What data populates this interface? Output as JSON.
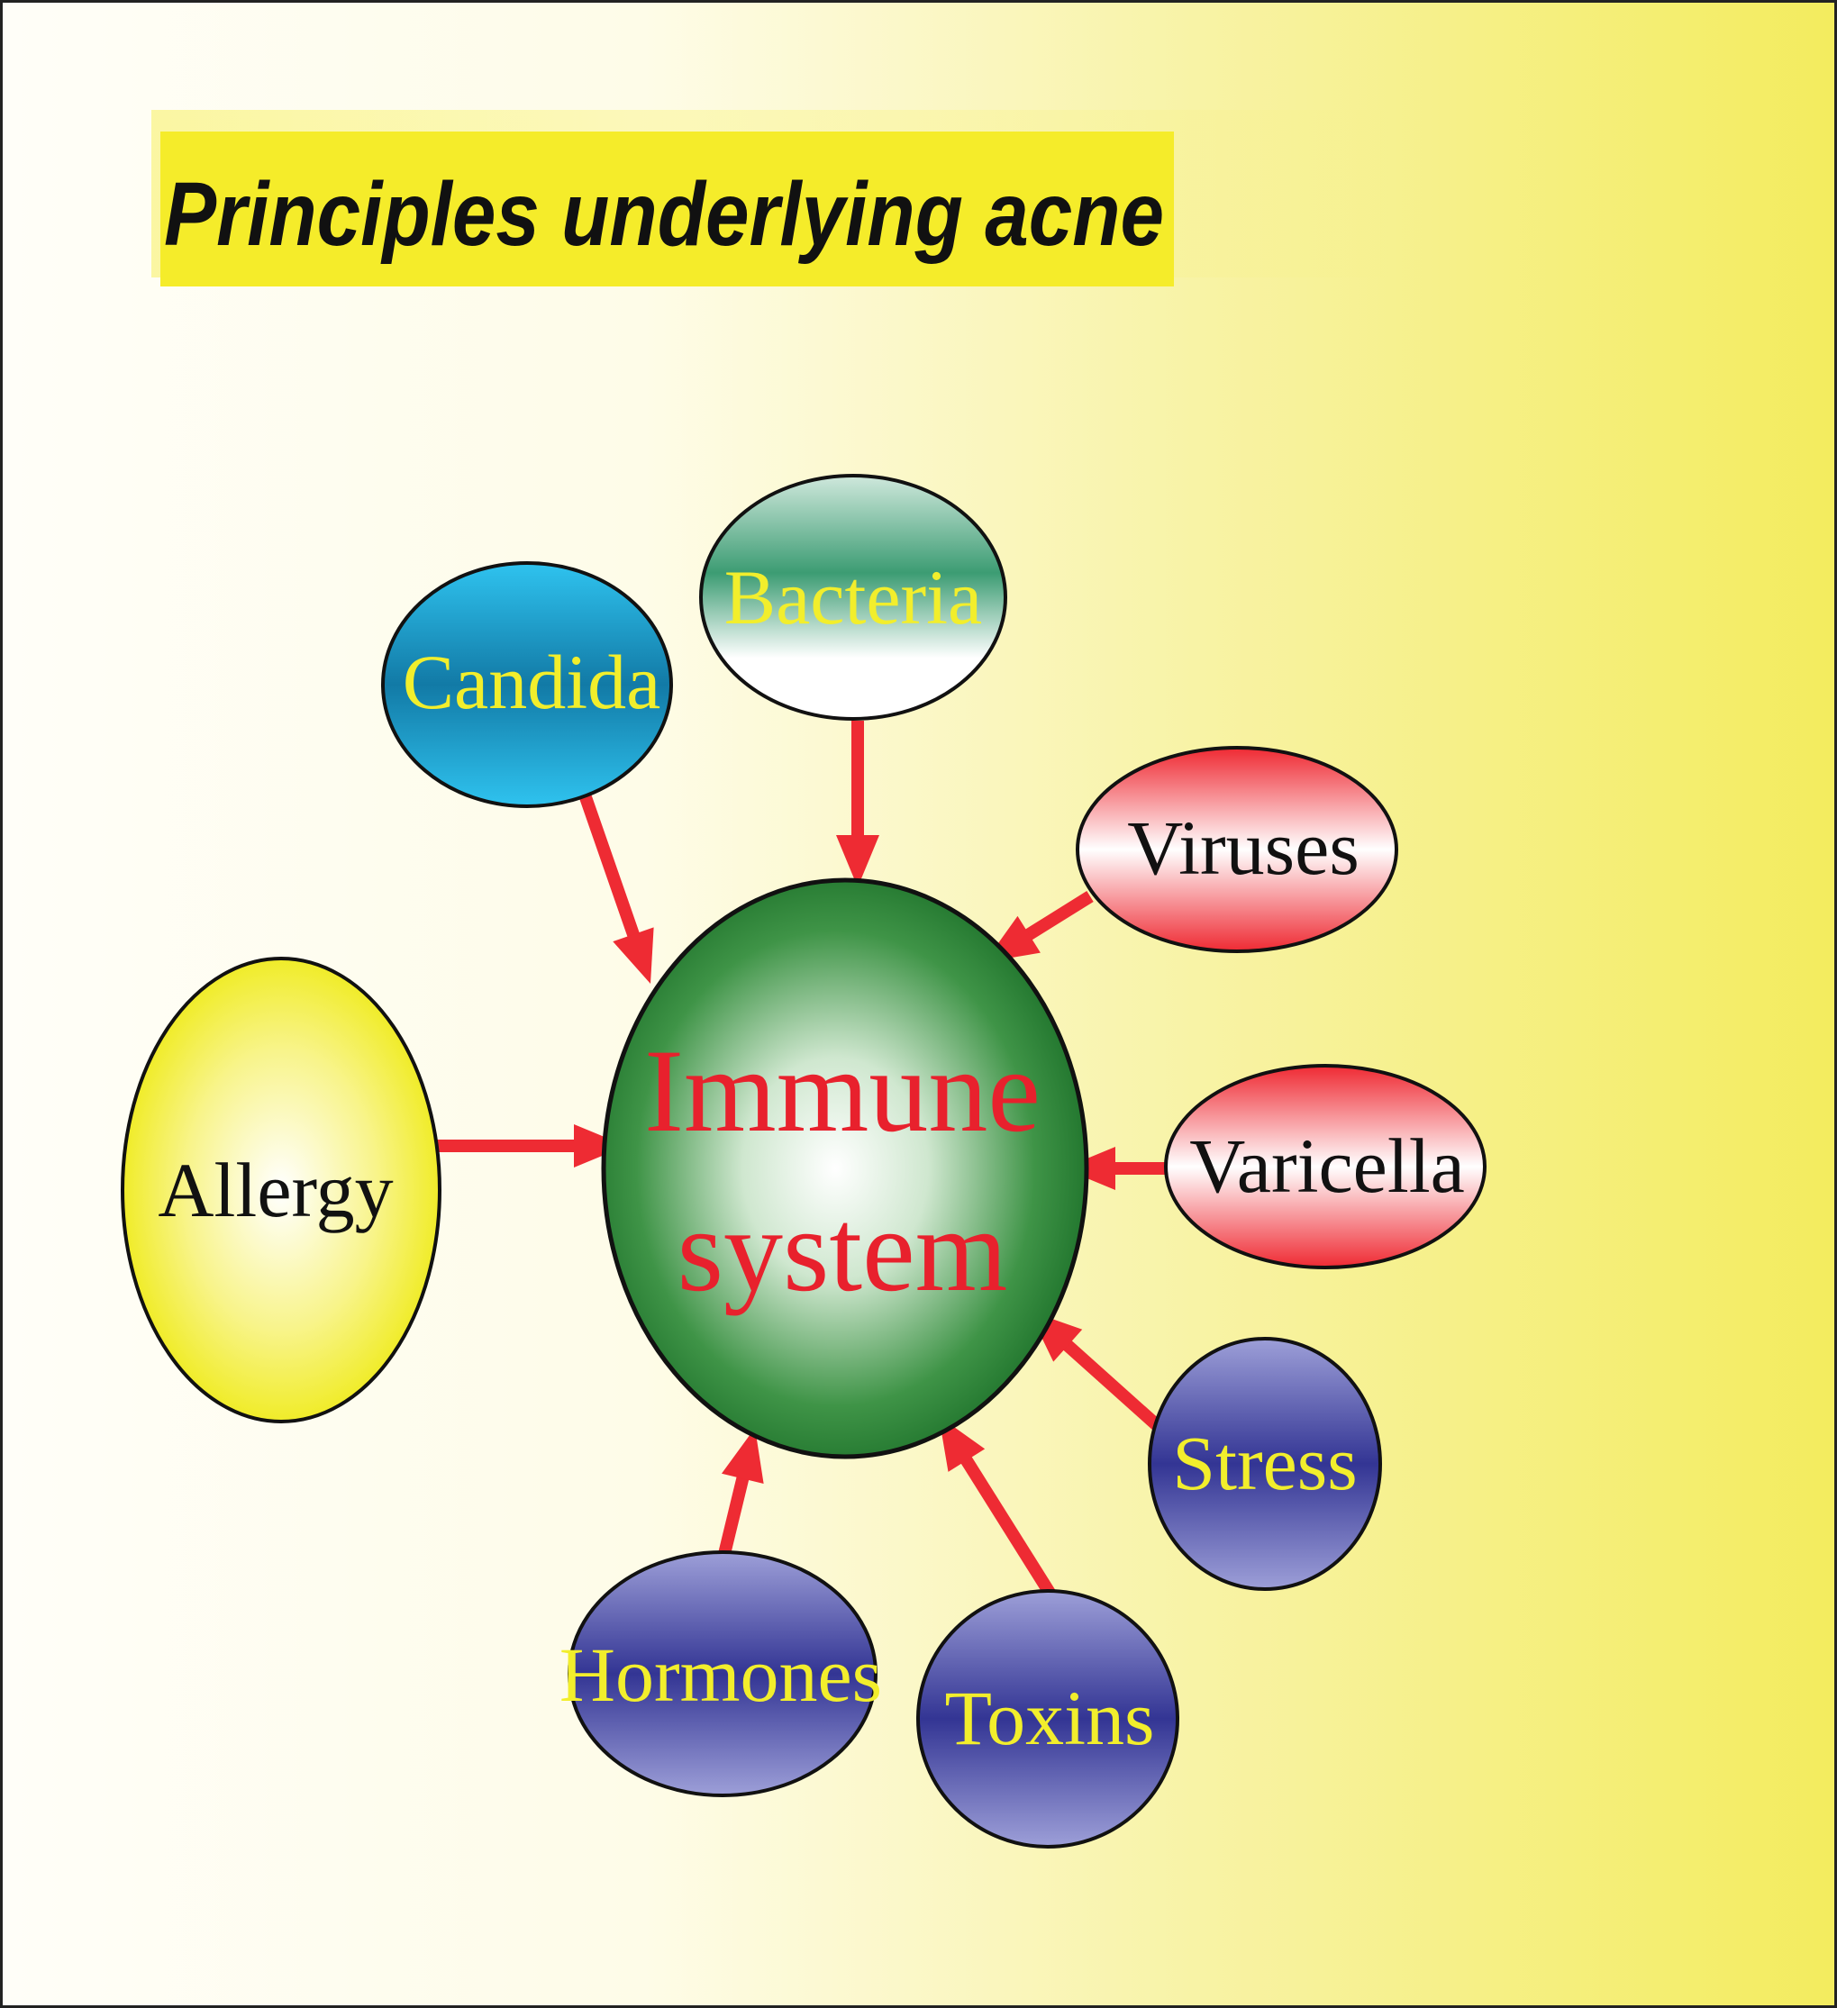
{
  "title": "Principles underlying acne",
  "colors": {
    "bg_left": "#fffef6",
    "bg_right": "#f4ee66",
    "title_band": "#f5ec2a",
    "arrow": "#ee2b33",
    "outline": "#111111",
    "center_edge": "#1e7a2e",
    "center_text": "#e8212d",
    "label_yellow": "#f2ee2c",
    "label_black": "#111111"
  },
  "center": {
    "label_line1": "Immune",
    "label_line2": "system"
  },
  "nodes": [
    {
      "id": "bacteria",
      "label": "Bacteria",
      "fill": "teal-white",
      "text_color": "#f2ee2c"
    },
    {
      "id": "candida",
      "label": "Candida",
      "fill": "cyan-blue",
      "text_color": "#f2ee2c"
    },
    {
      "id": "viruses",
      "label": "Viruses",
      "fill": "red-white",
      "text_color": "#111111"
    },
    {
      "id": "allergy",
      "label": "Allergy",
      "fill": "yellow-white",
      "text_color": "#111111"
    },
    {
      "id": "varicella",
      "label": "Varicella",
      "fill": "red-white",
      "text_color": "#111111"
    },
    {
      "id": "stress",
      "label": "Stress",
      "fill": "indigo",
      "text_color": "#f2ee2c"
    },
    {
      "id": "hormones",
      "label": "Hormones",
      "fill": "indigo",
      "text_color": "#f2ee2c"
    },
    {
      "id": "toxins",
      "label": "Toxins",
      "fill": "indigo",
      "text_color": "#f2ee2c"
    }
  ]
}
